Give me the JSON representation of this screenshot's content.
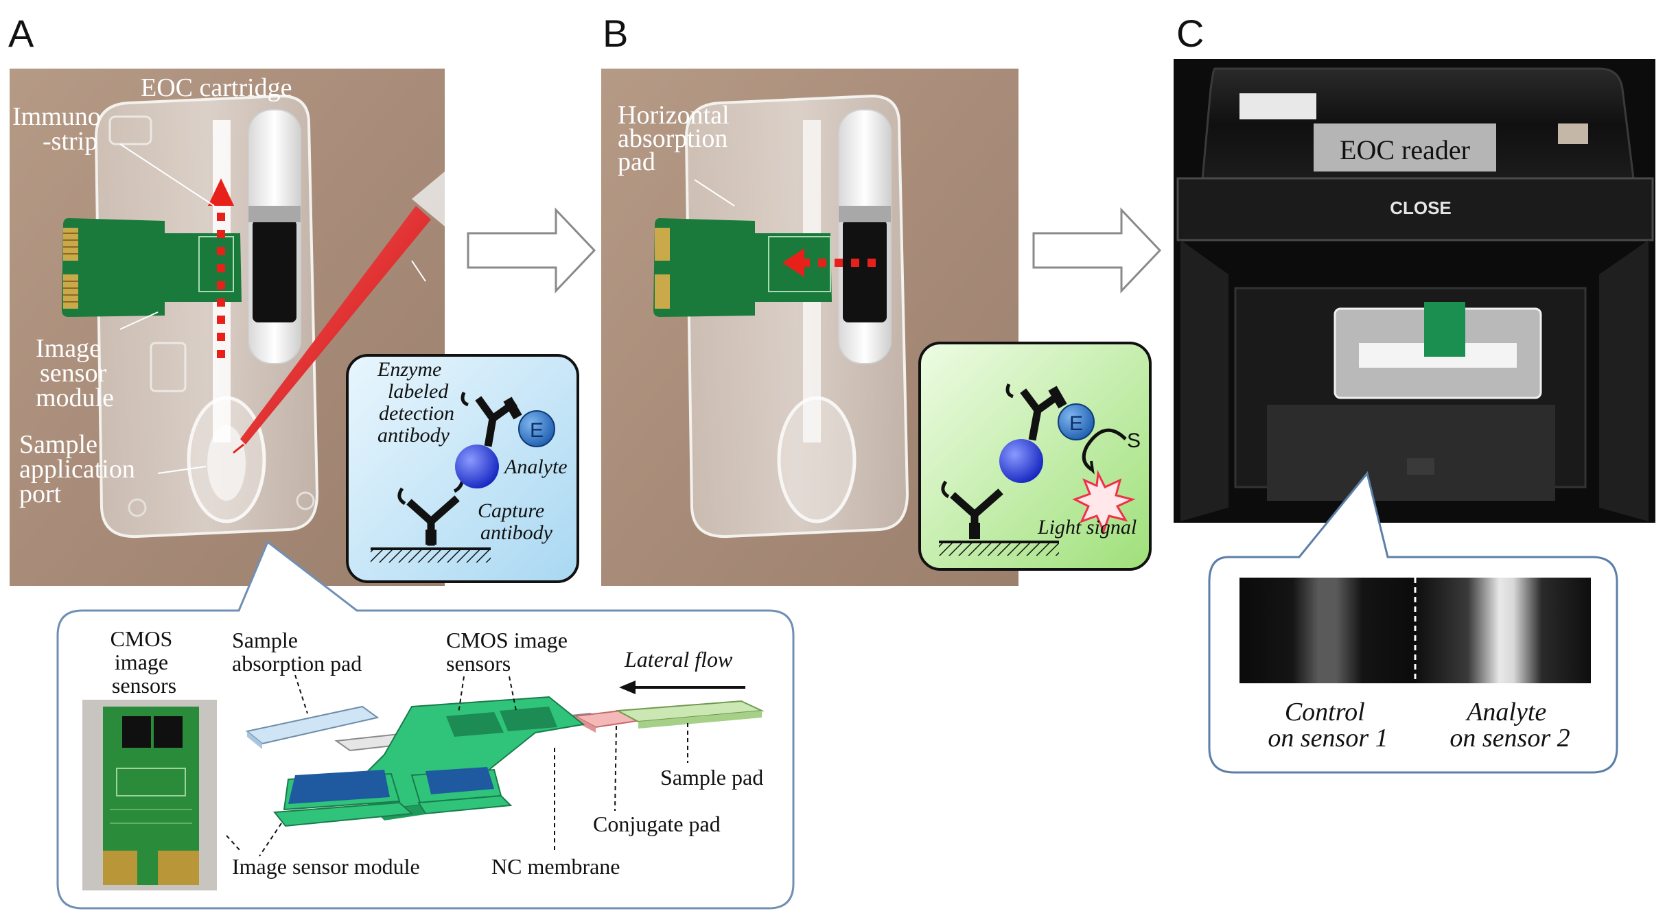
{
  "panels": {
    "a": {
      "letter": "A",
      "cartridge_title": "EOC cartridge",
      "immuno_strip": [
        "Immuno",
        "-strip"
      ],
      "image_sensor_module": [
        "Image",
        "sensor",
        "module"
      ],
      "sample_port": [
        "Sample",
        "application",
        "port"
      ],
      "inset": {
        "detection_antibody": [
          "Enzyme",
          "labeled",
          "detection",
          "antibody"
        ],
        "analyte": "Analyte",
        "capture_antibody": [
          "Capture",
          "antibody"
        ],
        "enzyme": "E"
      }
    },
    "b": {
      "letter": "B",
      "pad_label": [
        "Horizontal",
        "absorption",
        "pad"
      ],
      "inset": {
        "enzyme": "E",
        "substrate": "S",
        "light_signal": "Light signal"
      }
    },
    "c": {
      "letter": "C",
      "reader_label": "EOC reader",
      "close_label": "CLOSE",
      "control": [
        "Control",
        "on sensor 1"
      ],
      "analyte": [
        "Analyte",
        "on sensor 2"
      ]
    }
  },
  "detail": {
    "cmos_sensors": [
      "CMOS",
      "image",
      "sensors"
    ],
    "sample_absorption_pad": [
      "Sample",
      "absorption pad"
    ],
    "cmos_sensors_stack": [
      "CMOS image",
      "sensors"
    ],
    "lateral_flow": "Lateral flow",
    "sample_pad": "Sample pad",
    "conjugate_pad": "Conjugate  pad",
    "image_sensor_module": "Image sensor module",
    "nc_membrane": "NC membrane"
  },
  "colors": {
    "red_flow": "#e8201a",
    "pcb_green": "#1a7a3c",
    "inset_blue_bg": "#cfe9f7",
    "inset_green_bg": "#c8f0a8",
    "analyte_blue": "#2a3ad8",
    "enzyme_blue": "#2f78c8",
    "strip_green": "#2fc47a",
    "sensor_blue": "#1f5aa0"
  }
}
